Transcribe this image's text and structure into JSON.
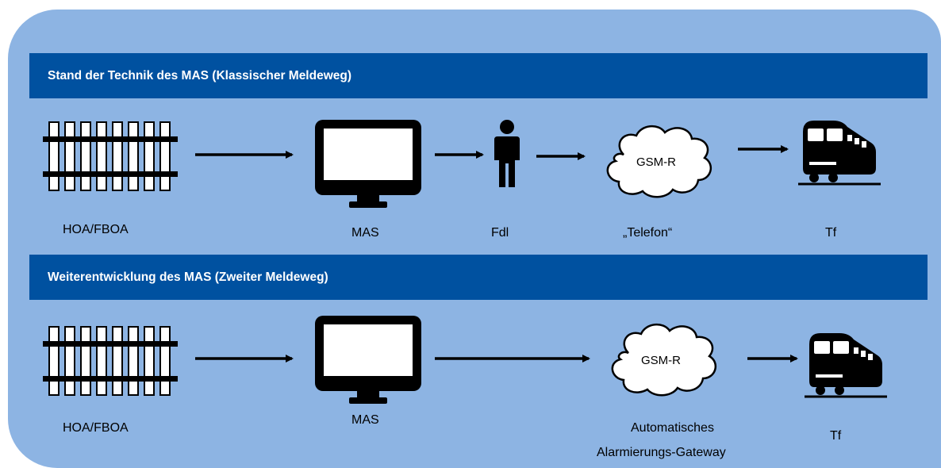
{
  "colors": {
    "panel": "#8db4e3",
    "band": "#0051a0",
    "band_text": "#ffffff",
    "icon": "#000000"
  },
  "row1": {
    "title": "Stand der Technik des MAS (Klassischer Meldeweg)",
    "labels": {
      "hoa": "HOA/FBOA",
      "mas": "MAS",
      "fdl": "Fdl",
      "telefon": "„Telefon“",
      "tf": "Tf"
    },
    "cloud_text": "GSM-R"
  },
  "row2": {
    "title": "Weiterentwicklung des MAS (Zweiter Meldeweg)",
    "labels": {
      "hoa": "HOA/FBOA",
      "mas": "MAS",
      "gateway_line1": "Automatisches",
      "gateway_line2": "Alarmierungs-Gateway",
      "tf": "Tf"
    },
    "cloud_text": "GSM-R"
  },
  "icons": {
    "track": "railway-track-icon",
    "monitor": "monitor-icon",
    "person": "person-icon",
    "cloud": "cloud-icon",
    "train": "train-icon",
    "arrow": "arrow-right-icon"
  }
}
